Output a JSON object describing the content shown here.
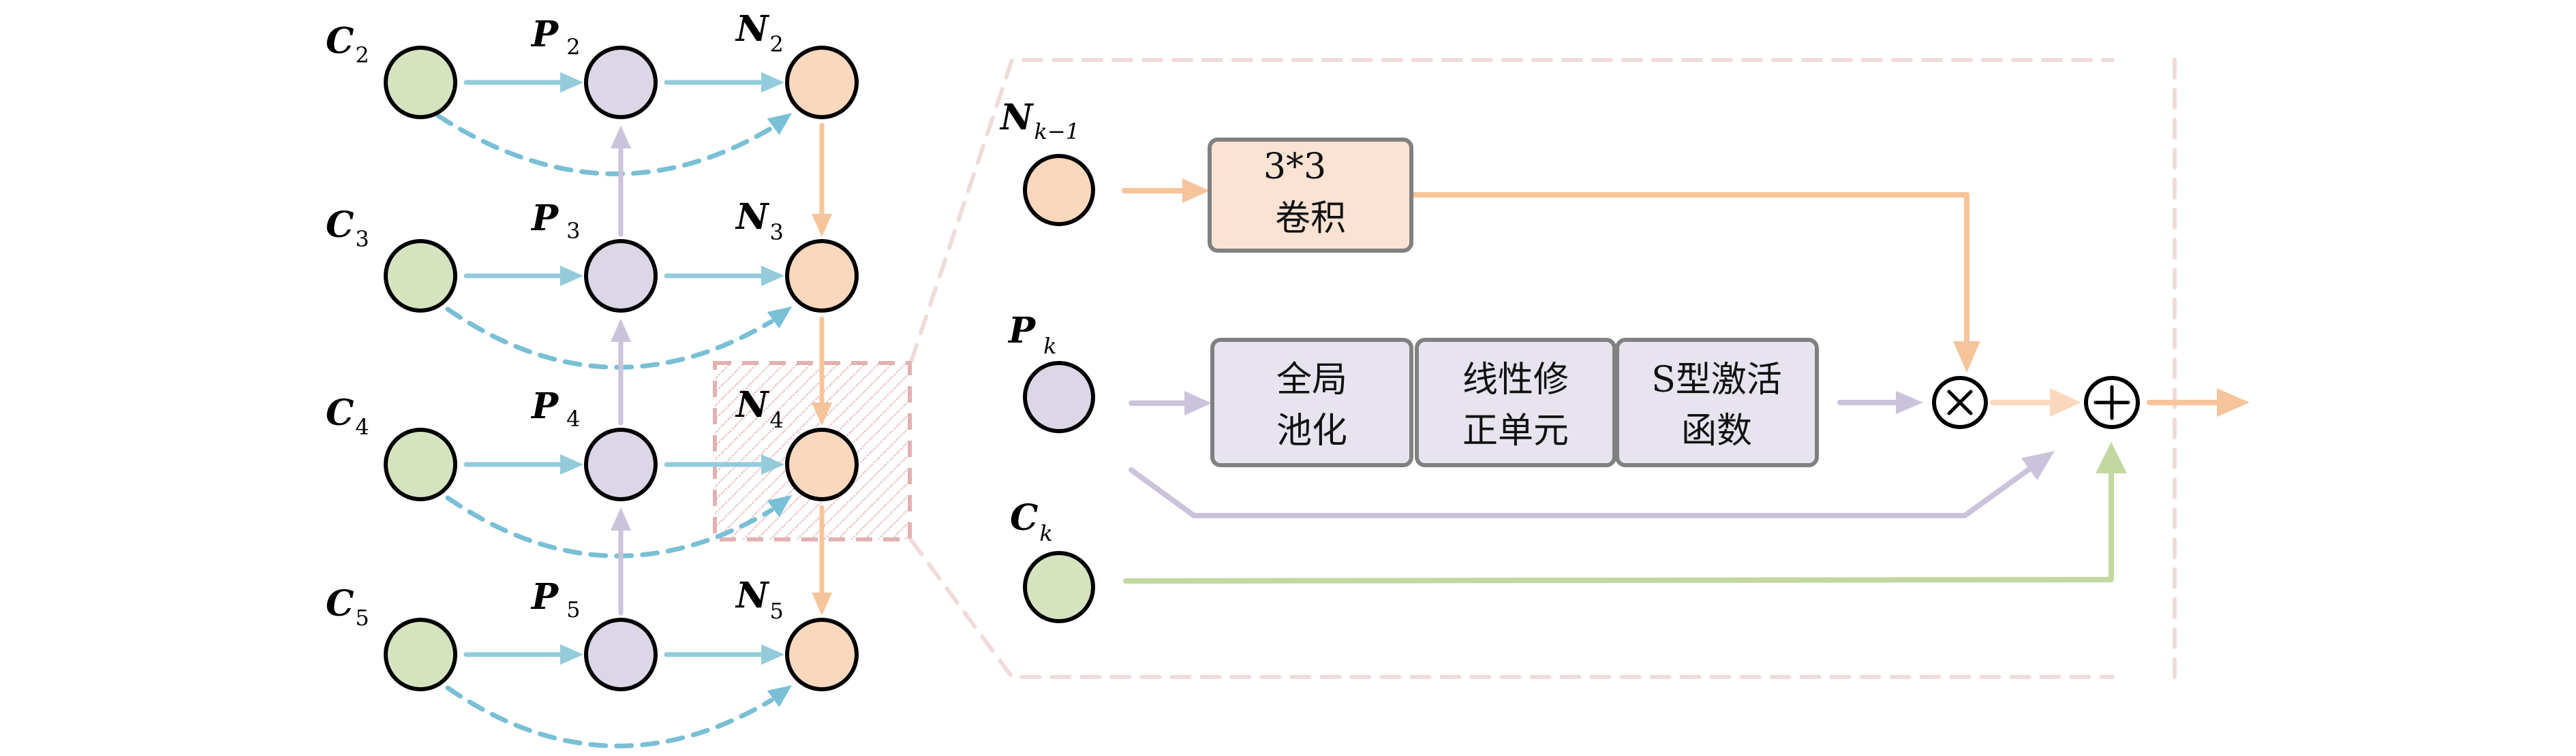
{
  "colors": {
    "c_node": "#d6e3bf",
    "p_node": "#dcd6e6",
    "n_node": "#fad8bd",
    "blue_arrow": "#93cbdb",
    "blue_dashed": "#79bfd5",
    "purple_arrow": "#cbc2db",
    "orange_arrow": "#f6c49b",
    "light_orange_arrow": "#fad8bd",
    "green_arrow": "#c3d8a0",
    "highlight": "#e2b1b1",
    "zoom_frame": "#f0dada",
    "box_border": "#808080",
    "conv_box_fill": "#fbe3d3",
    "gray_box_fill": "#e8e4ef"
  },
  "left_panel": {
    "rows": [
      {
        "c": {
          "base": "C",
          "sub": "2"
        },
        "p": {
          "base": "P",
          "sub": "2"
        },
        "n": {
          "base": "N",
          "sub": "2"
        }
      },
      {
        "c": {
          "base": "C",
          "sub": "3"
        },
        "p": {
          "base": "P",
          "sub": "3"
        },
        "n": {
          "base": "N",
          "sub": "3"
        }
      },
      {
        "c": {
          "base": "C",
          "sub": "4"
        },
        "p": {
          "base": "P",
          "sub": "4"
        },
        "n": {
          "base": "N",
          "sub": "4"
        }
      },
      {
        "c": {
          "base": "C",
          "sub": "5"
        },
        "p": {
          "base": "P",
          "sub": "5"
        },
        "n": {
          "base": "N",
          "sub": "5"
        }
      }
    ],
    "highlighted_node": "N4"
  },
  "right_panel": {
    "inputs": {
      "n_prev": {
        "base": "N",
        "sub": "k−1"
      },
      "p_k": {
        "base": "P",
        "sub": "k"
      },
      "c_k": {
        "base": "C",
        "sub": "k"
      }
    },
    "conv_box": {
      "line1": "3*3",
      "line2": "卷积"
    },
    "pipeline_boxes": [
      {
        "line1": "全局",
        "line2": "池化"
      },
      {
        "line1": "线性修",
        "line2": "正单元"
      },
      {
        "line1": "S型激活",
        "line2": "函数"
      }
    ],
    "multiply_symbol": "×",
    "add_symbol": "+"
  }
}
